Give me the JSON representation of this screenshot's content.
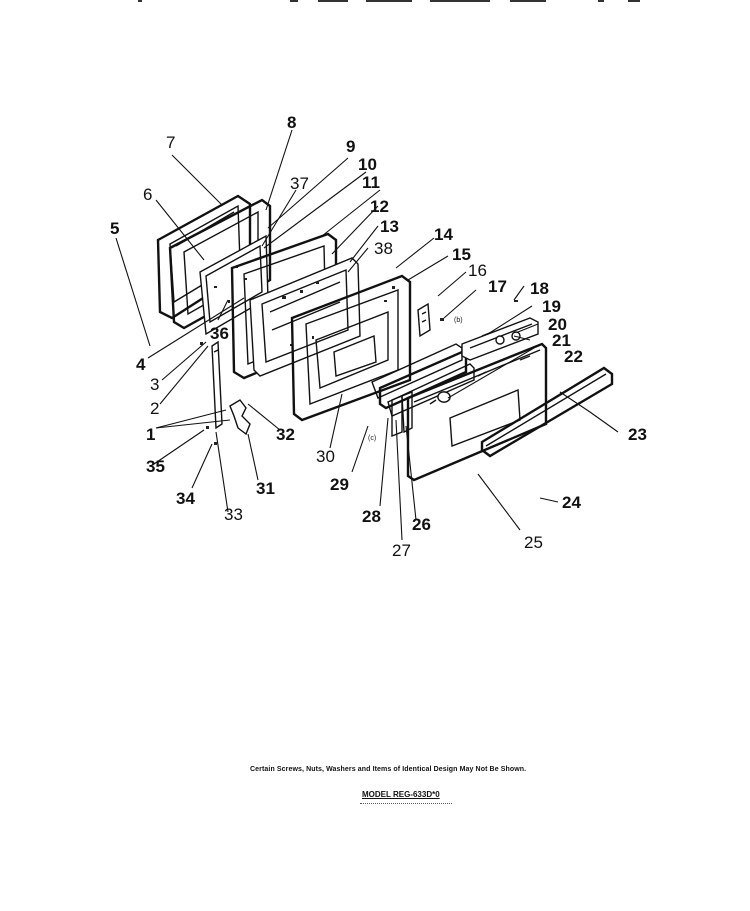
{
  "diagram": {
    "part_labels": [
      "1",
      "2",
      "3",
      "4",
      "5",
      "6",
      "7",
      "8",
      "9",
      "10",
      "11",
      "12",
      "13",
      "14",
      "15",
      "16",
      "17",
      "18",
      "19",
      "20",
      "21",
      "22",
      "23",
      "24",
      "25",
      "26",
      "27",
      "28",
      "29",
      "30",
      "31",
      "32",
      "33",
      "34",
      "35",
      "36",
      "37",
      "38"
    ],
    "callouts": {
      "c1": "1",
      "c2": "2",
      "c3": "3",
      "c4": "4",
      "c5": "5",
      "c6": "6",
      "c7": "7",
      "c8": "8",
      "c9": "9",
      "c10": "10",
      "c11": "11",
      "c12": "12",
      "c13": "13",
      "c14": "14",
      "c15": "15",
      "c16": "16",
      "c17": "17",
      "c18": "18",
      "c19": "19",
      "c20": "20",
      "c21": "21",
      "c22": "22",
      "c23": "23",
      "c24": "24",
      "c25": "25",
      "c26": "26",
      "c27": "27",
      "c28": "28",
      "c29": "29",
      "c30": "30",
      "c31": "31",
      "c32": "32",
      "c33": "33",
      "c34": "34",
      "c35": "35",
      "c36": "36",
      "c37": "37",
      "c38": "38"
    },
    "small_marks": {
      "b": "(b)",
      "c": "(c)"
    }
  },
  "footer": {
    "notice": "Certain Screws, Nuts, Washers and Items of Identical Design May Not Be Shown.",
    "model": "MODEL REG-633D*0"
  }
}
